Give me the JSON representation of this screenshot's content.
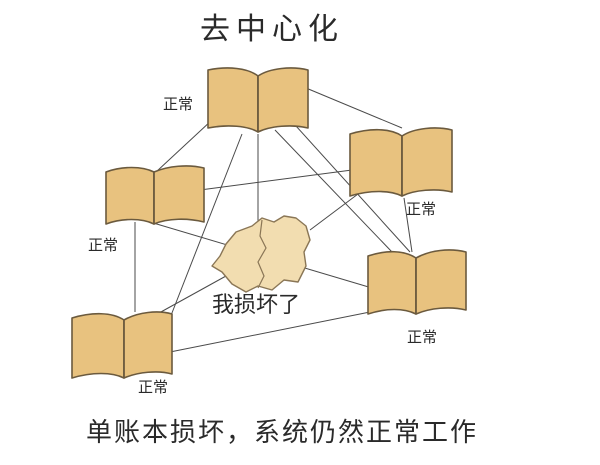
{
  "title": "去中心化",
  "nodes": [
    {
      "id": "top",
      "status": "正常"
    },
    {
      "id": "right-upper",
      "status": "正常"
    },
    {
      "id": "left-middle",
      "status": "正常"
    },
    {
      "id": "right-lower",
      "status": "正常"
    },
    {
      "id": "bottom-left",
      "status": "正常"
    }
  ],
  "damaged_node": {
    "label": "我损坏了"
  },
  "caption": "单账本损坏，系统仍然正常工作",
  "colors": {
    "ledger_fill": "#e8c27f",
    "damaged_fill": "#f2ddb0",
    "outline": "#6b5a3e",
    "line": "#4a4a4a"
  }
}
